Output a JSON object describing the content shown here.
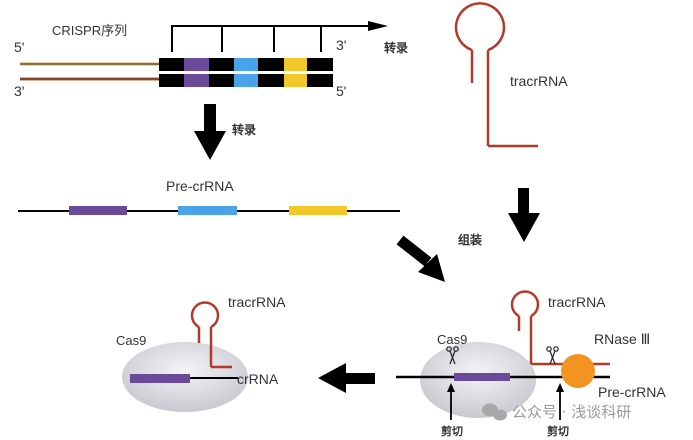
{
  "labels": {
    "crispr_sequence": "CRISPR序列",
    "five_prime": "5'",
    "three_prime": "3'",
    "transcription": "转录",
    "tracrrna": "tracrRNA",
    "pre_crrna": "Pre-crRNA",
    "assembly": "组装",
    "cas9": "Cas9",
    "rnase3": "RNase Ⅲ",
    "crrna": "crRNA",
    "cleave": "剪切"
  },
  "watermark": {
    "icon": "wechat-icon",
    "text": "公众号 · 浅谈科研"
  },
  "colors": {
    "spacer_purple": "#6b4a9a",
    "spacer_blue": "#4aa3e8",
    "spacer_yellow": "#f2c72a",
    "repeat_black": "#000000",
    "tracr_red": "#b23a2a",
    "rnase_orange": "#f29422",
    "cas9_gray": "#d9d9e0",
    "dna_strand_top": "#c9a85a",
    "dna_strand_bottom": "#b8603a"
  }
}
